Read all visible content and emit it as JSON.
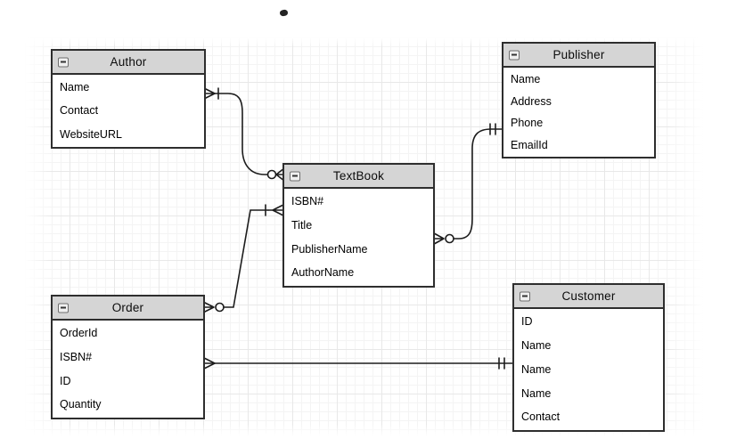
{
  "diagram_type": "entity-relationship-diagram",
  "notation": "crows-foot",
  "entities": [
    {
      "id": "author",
      "title": "Author",
      "fields": [
        "Name",
        "Contact",
        "WebsiteURL"
      ]
    },
    {
      "id": "publisher",
      "title": "Publisher",
      "fields": [
        "Name",
        "Address",
        "Phone",
        "EmailId"
      ]
    },
    {
      "id": "textbook",
      "title": "TextBook",
      "fields": [
        "ISBN#",
        "Title",
        "PublisherName",
        "AuthorName"
      ]
    },
    {
      "id": "order",
      "title": "Order",
      "fields": [
        "OrderId",
        "ISBN#",
        "ID",
        "Quantity"
      ]
    },
    {
      "id": "customer",
      "title": "Customer",
      "fields": [
        "ID",
        "Name",
        "Name",
        "Name",
        "Contact"
      ]
    }
  ],
  "relationships": [
    {
      "from": "Author",
      "to": "TextBook",
      "from_cardinality": "one-or-many",
      "to_cardinality": "zero-or-many"
    },
    {
      "from": "Order",
      "to": "TextBook",
      "from_cardinality": "zero-or-many",
      "to_cardinality": "one-or-many"
    },
    {
      "from": "TextBook",
      "to": "Publisher",
      "from_cardinality": "zero-or-many",
      "to_cardinality": "one-and-only-one"
    },
    {
      "from": "Order",
      "to": "Customer",
      "from_cardinality": "many",
      "to_cardinality": "one-and-only-one"
    }
  ],
  "icons": {
    "collapse": "minus-in-square"
  },
  "colors": {
    "background": "#ffffff",
    "box_border": "#2e2e2e",
    "header_bg": "#d5d5d5",
    "line": "#1c1c1c",
    "grid_minor": "#f4f4f4",
    "grid_major": "#e8e8e8"
  }
}
